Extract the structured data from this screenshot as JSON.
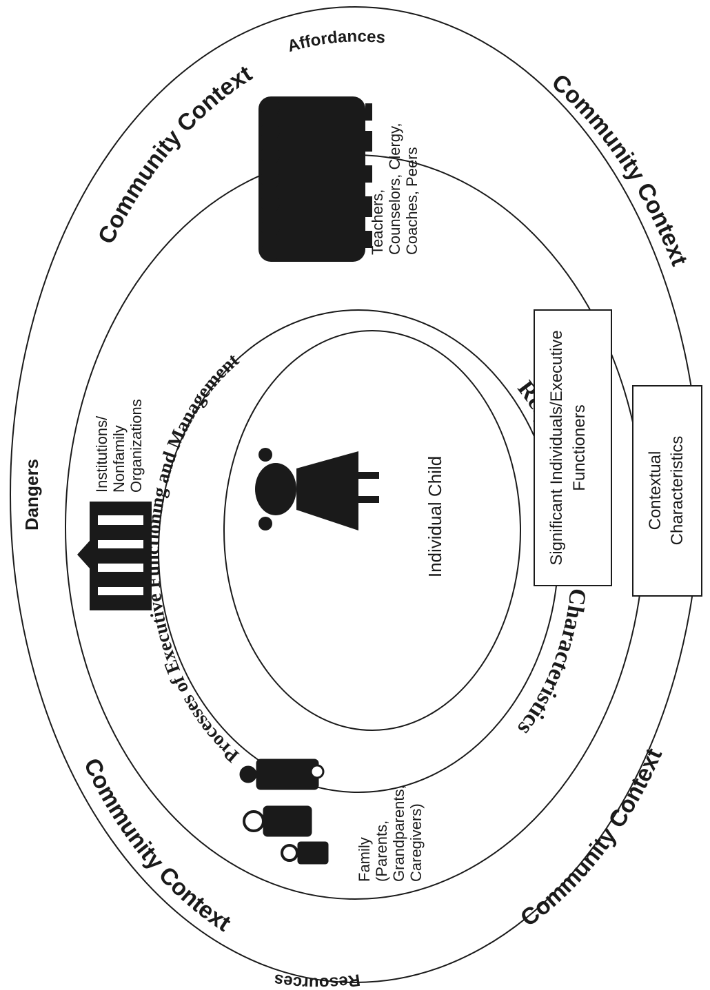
{
  "labels": {
    "community_top_left": "Community Context",
    "community_top_right": "Community Context",
    "community_bottom_left": "Community Context",
    "community_bottom_right": "Community Context",
    "affordances": "Affordances",
    "dangers": "Dangers",
    "resources": "Resources",
    "teachers_line1": "Teachers,",
    "teachers_line2": "Counselors, Clergy,",
    "teachers_line3": "Coaches, Peers",
    "institutions_line1": "Institutions/",
    "institutions_line2": "Nonfamily",
    "institutions_line3": "Organizations",
    "family_line1": "Family",
    "family_line2": "(Parents,",
    "family_line3": "Grandparents,",
    "family_line4": "Caregivers)",
    "processes_arc": "Processes of Executive Functioning and Management",
    "responses_arc": "Responses to Child's Characteristics",
    "individual_child": "Individual Child",
    "box_significant_line1": "Significant Individuals/Executive",
    "box_significant_line2": "Functioners",
    "box_contextual_line1": "Contextual",
    "box_contextual_line2": "Characteristics"
  },
  "icons": {
    "crowd": "crowd-silhouette-icon",
    "building": "building-icon",
    "family": "family-icon",
    "child": "child-icon"
  },
  "colors": {
    "ink": "#1a1a1a",
    "background": "#ffffff"
  }
}
